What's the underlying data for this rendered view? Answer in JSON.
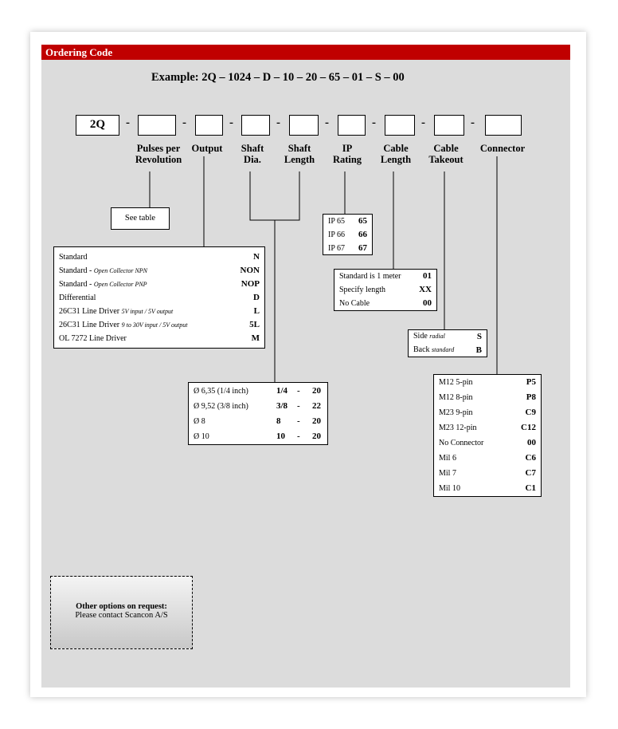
{
  "header": {
    "title": "Ordering Code"
  },
  "example": "Example:   2Q – 1024 – D – 10 – 20 – 65 – 01 – S – 00",
  "code": {
    "prefix": "2Q",
    "separator": "-",
    "labels": {
      "ppr": "Pulses per\nRevolution",
      "output": "Output",
      "shaft_dia": "Shaft\nDia.",
      "shaft_len": "Shaft\nLength",
      "ip": "IP\nRating",
      "cable_len": "Cable\nLength",
      "takeout": "Cable\nTakeout",
      "connector": "Connector"
    }
  },
  "see_table": "See table",
  "output_table": [
    {
      "k": "Standard",
      "note": "",
      "v": "N"
    },
    {
      "k": "Standard  - ",
      "note": "Open Collector  NPN",
      "v": "NON"
    },
    {
      "k": "Standard  - ",
      "note": "Open Collector  PNP",
      "v": "NOP"
    },
    {
      "k": "Differential",
      "note": "",
      "v": "D"
    },
    {
      "k": "26C31 Line Driver  ",
      "note": "5V input / 5V output",
      "v": "L"
    },
    {
      "k": "26C31 Line Driver  ",
      "note": "9 to 30V input / 5V output",
      "v": "5L"
    },
    {
      "k": "OL 7272 Line Driver",
      "note": "",
      "v": "M"
    }
  ],
  "ip_table": [
    {
      "k": "IP 65",
      "v": "65"
    },
    {
      "k": "IP 66",
      "v": "66"
    },
    {
      "k": "IP 67",
      "v": "67"
    }
  ],
  "cable_table": [
    {
      "k": "Standard is 1 meter",
      "v": "01"
    },
    {
      "k": "Specify length",
      "v": "XX"
    },
    {
      "k": "No Cable",
      "v": "00"
    }
  ],
  "takeout_table": [
    {
      "k": "Side",
      "note": "radial",
      "v": "S"
    },
    {
      "k": "Back",
      "note": "standard",
      "v": "B"
    }
  ],
  "shaft_table": [
    {
      "k": "Ø 6,35 (1/4 inch)",
      "a": "1/4",
      "b": "20"
    },
    {
      "k": "Ø 9,52 (3/8 inch)",
      "a": "3/8",
      "b": "22"
    },
    {
      "k": "Ø 8",
      "a": "8",
      "b": "20"
    },
    {
      "k": "Ø 10",
      "a": "10",
      "b": "20"
    }
  ],
  "connector_table": [
    {
      "k": "M12    5-pin",
      "v": "P5"
    },
    {
      "k": "M12    8-pin",
      "v": "P8"
    },
    {
      "k": "M23    9-pin",
      "v": "C9"
    },
    {
      "k": "M23    12-pin",
      "v": "C12"
    },
    {
      "k": "No Connector",
      "v": "00"
    },
    {
      "k": "Mil 6",
      "v": "C6"
    },
    {
      "k": "Mil 7",
      "v": "C7"
    },
    {
      "k": "Mil 10",
      "v": "C1"
    }
  ],
  "note": {
    "title": "Other options on request:",
    "text": "Please contact Scancon A/S"
  }
}
